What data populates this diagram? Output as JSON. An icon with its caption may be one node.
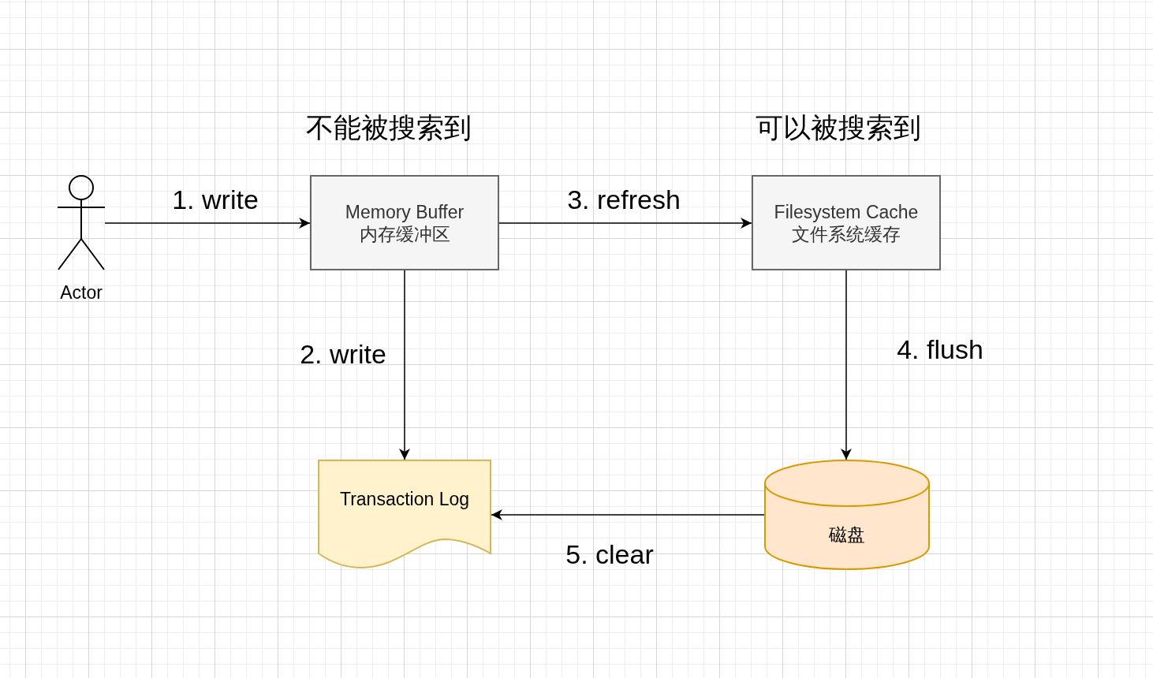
{
  "diagram": {
    "nodes": [
      {
        "text": [
          "Actor"
        ]
      },
      {
        "text": [
          "不能被搜索到",
          "Memory Buffer 内存缓冲区"
        ]
      },
      {
        "text": [
          "可以被搜索到",
          "Filesystem Cache 文件系统缓存"
        ]
      },
      {
        "text": [
          "Transaction Log"
        ]
      },
      {
        "text": [
          "磁盘"
        ]
      }
    ],
    "edges": [
      {
        "from": 0,
        "to": 1,
        "arrow": "to",
        "label": "1. write"
      },
      {
        "from": 1,
        "to": 3,
        "arrow": "to",
        "label": "2. write"
      },
      {
        "from": 1,
        "to": 2,
        "arrow": "to",
        "label": "3. refresh"
      },
      {
        "from": 2,
        "to": 4,
        "arrow": "to",
        "label": "4. flush"
      },
      {
        "from": 4,
        "to": 3,
        "arrow": "to",
        "label": "5. clear"
      }
    ]
  }
}
